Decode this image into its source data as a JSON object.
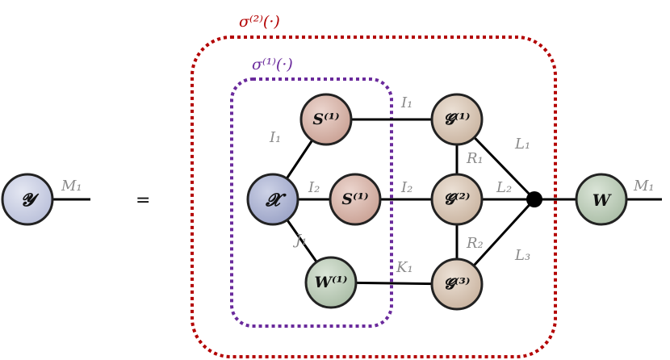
{
  "groups": {
    "outer_label": "σ⁽²⁾(·)",
    "inner_label": "σ⁽¹⁾(·)",
    "outer_color": "#b30000",
    "inner_color": "#6a2a9c"
  },
  "equals": "=",
  "nodes": {
    "y": "𝓨",
    "x": "𝓧",
    "s1_top": "𝑺⁽¹⁾",
    "s1_mid": "𝑺⁽¹⁾",
    "w1": "𝑾⁽¹⁾",
    "g1": "𝓖⁽¹⁾",
    "g2": "𝓖⁽²⁾",
    "g3": "𝓖⁽³⁾",
    "w": "𝑾"
  },
  "edges": {
    "y_out": "M₁",
    "x_s1_top": "I₁",
    "x_s1_mid": "I₂",
    "x_w1": "J₁",
    "s1_top_g1": "I₁",
    "s1_mid_g2": "I₂",
    "w1_g3": "K₁",
    "g1_g2": "R₁",
    "g2_g3": "R₂",
    "g1_junction": "L₁",
    "g2_junction": "L₂",
    "g3_junction": "L₃",
    "w_out": "M₁"
  },
  "colors": {
    "y_fill": "#c7cbe0",
    "x_fill": "#aeb4d1",
    "s_fill": "#d7b8ae",
    "w_fill": "#c2d0bf",
    "g_fill": "#d8c8b8"
  }
}
